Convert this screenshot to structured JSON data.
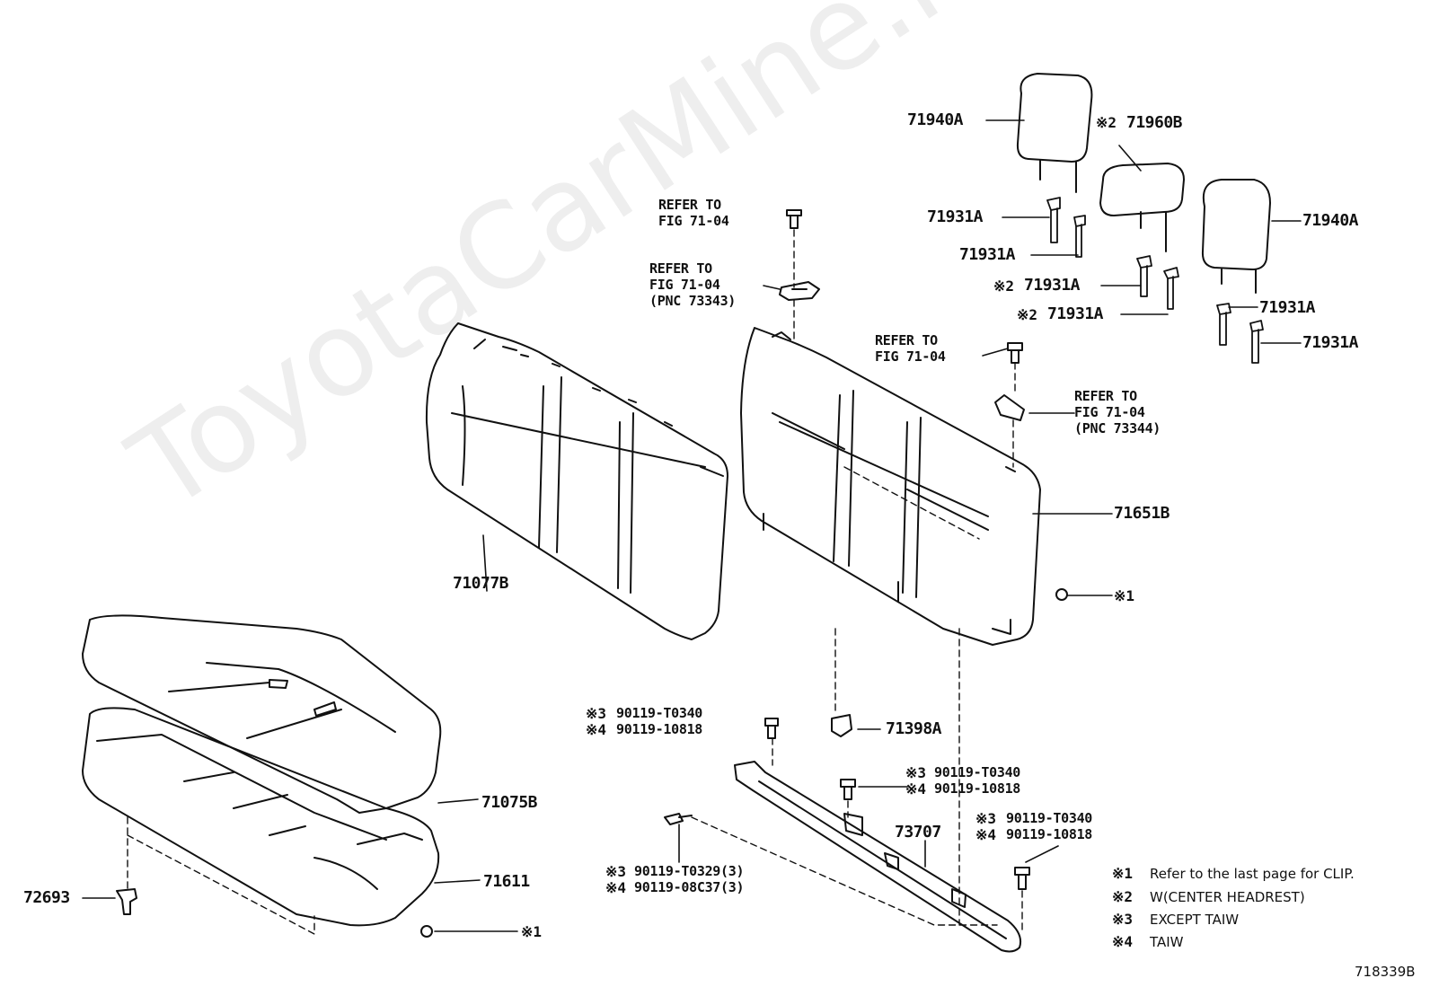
{
  "watermark": "ToyotaCarMine.ru",
  "figure_code": "718339B",
  "parts": {
    "headrest_left": "71940A",
    "headrest_center": "71960B",
    "headrest_right": "71940A",
    "support_1": "71931A",
    "support_2": "71931A",
    "support_3": "71931A",
    "support_4": "71931A",
    "support_5": "71931A",
    "support_6": "71931A",
    "seatback_cover": "71077B",
    "seatback_frame": "71651B",
    "cushion_cover": "71075B",
    "cushion_pad": "71611",
    "clip_72693": "72693",
    "clip_71398": "71398A",
    "hinge_73707": "73707"
  },
  "marks": {
    "m1": "※1",
    "m2": "※2",
    "m3": "※3",
    "m4": "※4"
  },
  "refer": {
    "top_line1": "REFER TO",
    "top_line2": "FIG 71-04",
    "mid_line1": "REFER TO",
    "mid_line2": "FIG 71-04",
    "mid_line3": "(PNC 73343)",
    "bolt_line1": "REFER TO",
    "bolt_line2": "FIG 71-04",
    "right_line1": "REFER TO",
    "right_line2": "FIG 71-04",
    "right_line3": "(PNC 73344)"
  },
  "bolts": {
    "a3": "90119-T0340",
    "a4": "90119-10818",
    "b3": "90119-T0340",
    "b4": "90119-10818",
    "c3": "90119-T0340",
    "c4": "90119-10818",
    "d3": "90119-T0329(3)",
    "d4": "90119-08C37(3)"
  },
  "legend": {
    "n1": "Refer to the last page for CLIP.",
    "n2": "W(CENTER HEADREST)",
    "n3": "EXCEPT TAIW",
    "n4": "TAIW"
  }
}
